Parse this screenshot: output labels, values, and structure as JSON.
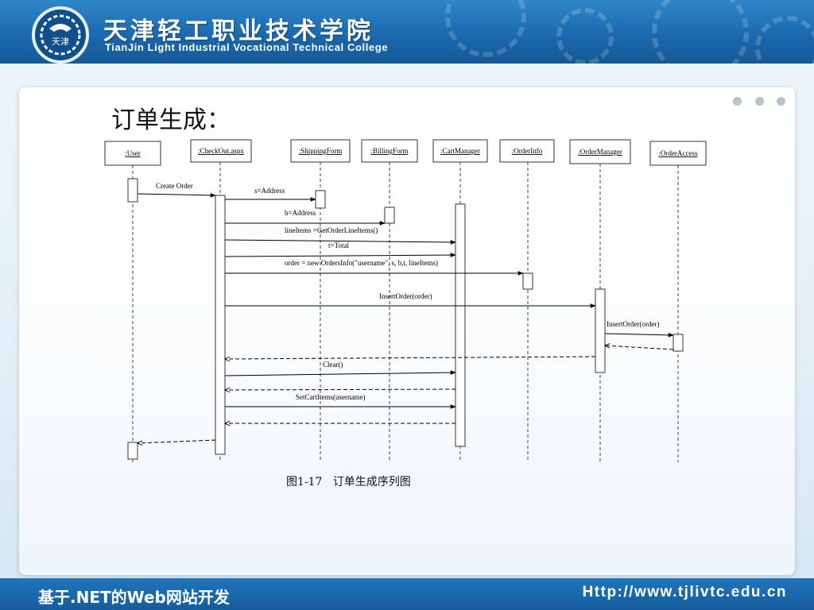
{
  "header": {
    "school_cn": "天津轻工职业技术学院",
    "school_en": "TianJin Light Industrial Vocational Technical College",
    "logo_text": "天津",
    "bg_color": "#1a67ad"
  },
  "slide": {
    "title": "订单生成：",
    "caption": "图1-17   订单生成序列图"
  },
  "diagram": {
    "objects": [
      {
        "label": ":User"
      },
      {
        "label": ":CheckOut.aspx"
      },
      {
        "label": ":ShippingForm"
      },
      {
        "label": ":BillingForm"
      },
      {
        "label": ":CartManager"
      },
      {
        "label": ":OrderInfo"
      },
      {
        "label": ":OrderManager"
      },
      {
        "label": ":OrderAccess"
      }
    ],
    "messages": [
      {
        "label": "Create Order",
        "from": 0,
        "to": 1,
        "style": "solid"
      },
      {
        "label": "s=Address",
        "from": 1,
        "to": 2,
        "style": "solid"
      },
      {
        "label": "b=Address",
        "from": 1,
        "to": 3,
        "style": "solid"
      },
      {
        "label": "lineItems =GetOrderLineItems()",
        "from": 1,
        "to": 4,
        "style": "solid"
      },
      {
        "label": "t=Total",
        "from": 1,
        "to": 4,
        "style": "solid"
      },
      {
        "label": "order = new OrdersInfo(\"username\", s, b,t, lineItems)",
        "from": 1,
        "to": 5,
        "style": "solid"
      },
      {
        "label": "InsertOrder(order)",
        "from": 1,
        "to": 6,
        "style": "solid"
      },
      {
        "label": "InsertOrder(order)",
        "from": 6,
        "to": 7,
        "style": "solid"
      },
      {
        "label": "",
        "from": 7,
        "to": 6,
        "style": "dashed"
      },
      {
        "label": "",
        "from": 6,
        "to": 1,
        "style": "dashed"
      },
      {
        "label": "Clear()",
        "from": 1,
        "to": 4,
        "style": "solid"
      },
      {
        "label": "",
        "from": 4,
        "to": 1,
        "style": "dashed"
      },
      {
        "label": "SetCartItems(username)",
        "from": 1,
        "to": 4,
        "style": "solid"
      },
      {
        "label": "",
        "from": 4,
        "to": 1,
        "style": "dashed"
      },
      {
        "label": "",
        "from": 1,
        "to": 0,
        "style": "dashed"
      }
    ]
  },
  "footer": {
    "course": "基于.NET的Web网站开发",
    "url": "Http://www.tjlivtc.edu.cn",
    "bg_color": "#155d9c"
  }
}
